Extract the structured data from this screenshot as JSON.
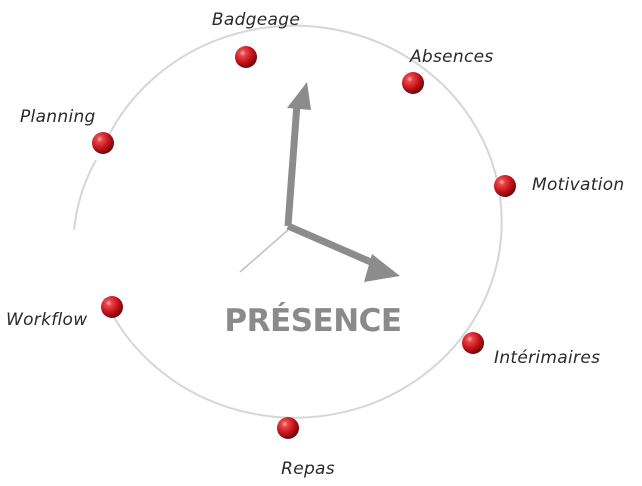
{
  "center": {
    "label": "PRÉSENCE"
  },
  "nodes": [
    {
      "label": "Badgeage"
    },
    {
      "label": "Absences"
    },
    {
      "label": "Motivation"
    },
    {
      "label": "Intérimaires"
    },
    {
      "label": "Repas"
    },
    {
      "label": "Workflow"
    },
    {
      "label": "Planning"
    }
  ],
  "colors": {
    "node_fill": "#c8141b",
    "ring": "#d6d6d6",
    "clock_hands": "#8c8c8c",
    "center_text": "#8a8a8a"
  },
  "icons": {
    "center": "clock-icon"
  }
}
